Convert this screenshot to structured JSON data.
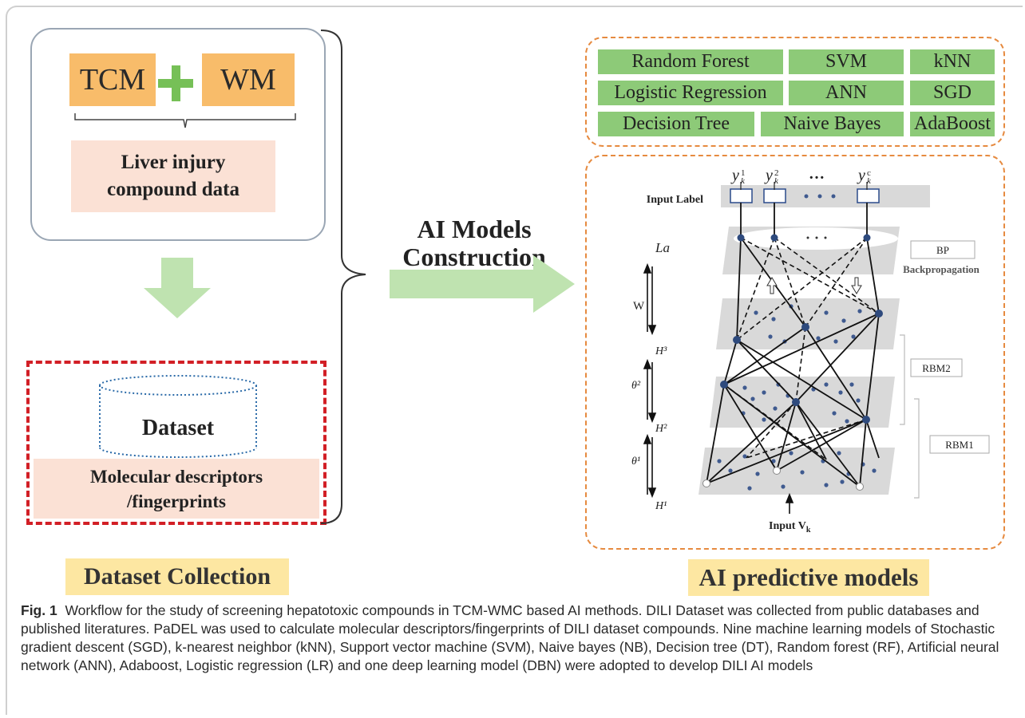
{
  "left": {
    "tcm": "TCM",
    "wm": "WM",
    "liver": [
      "Liver injury",
      "compound data"
    ],
    "dataset": "Dataset",
    "descriptors": [
      "Molecular descriptors",
      "/fingerprints"
    ],
    "collection_label": "Dataset Collection"
  },
  "middle": {
    "ai_construction": [
      "AI Models",
      "Construction"
    ]
  },
  "right": {
    "models": [
      [
        "Random Forest",
        "SVM",
        "kNN"
      ],
      [
        "Logistic Regression",
        "ANN",
        "SGD"
      ],
      [
        "Decision Tree",
        "Naive Bayes",
        "AdaBoost"
      ]
    ],
    "predictive_label": "AI predictive models",
    "dbn": {
      "input_label": "Input Label",
      "la": "La",
      "w": "W",
      "h3": "H³",
      "theta2": "θ²",
      "h2": "H²",
      "theta1": "θ¹",
      "h1": "H¹",
      "input_vk": "Input V",
      "bp": "BP",
      "backprop": "Backpropagation",
      "rbm2": "RBM2",
      "rbm1": "RBM1"
    }
  },
  "caption": {
    "fig": "Fig. 1",
    "text": "Workflow for the study of screening hepatotoxic compounds in TCM-WMC based AI methods. DILI Dataset was collected from public databases and published literatures. PaDEL was used to calculate molecular descriptors/fingerprints of DILI dataset compounds. Nine machine learning models of Stochastic gradient descent (SGD), k-nearest neighbor (kNN), Support vector machine (SVM), Naive bayes (NB), Decision tree (DT), Random forest (RF), Artificial neural network (ANN), Adaboost, Logistic regression (LR) and one deep learning model (DBN) were adopted to develop DILI AI models"
  },
  "colors": {
    "orange": "#f8bc6a",
    "green": "#8dca78",
    "light_green": "#bfe3b0",
    "pink": "#fbe1d5",
    "red": "#d21f26",
    "yellow": "#fde7a2",
    "plane_gray": "#d9d9d9",
    "node_blue": "#3f5a8f"
  }
}
